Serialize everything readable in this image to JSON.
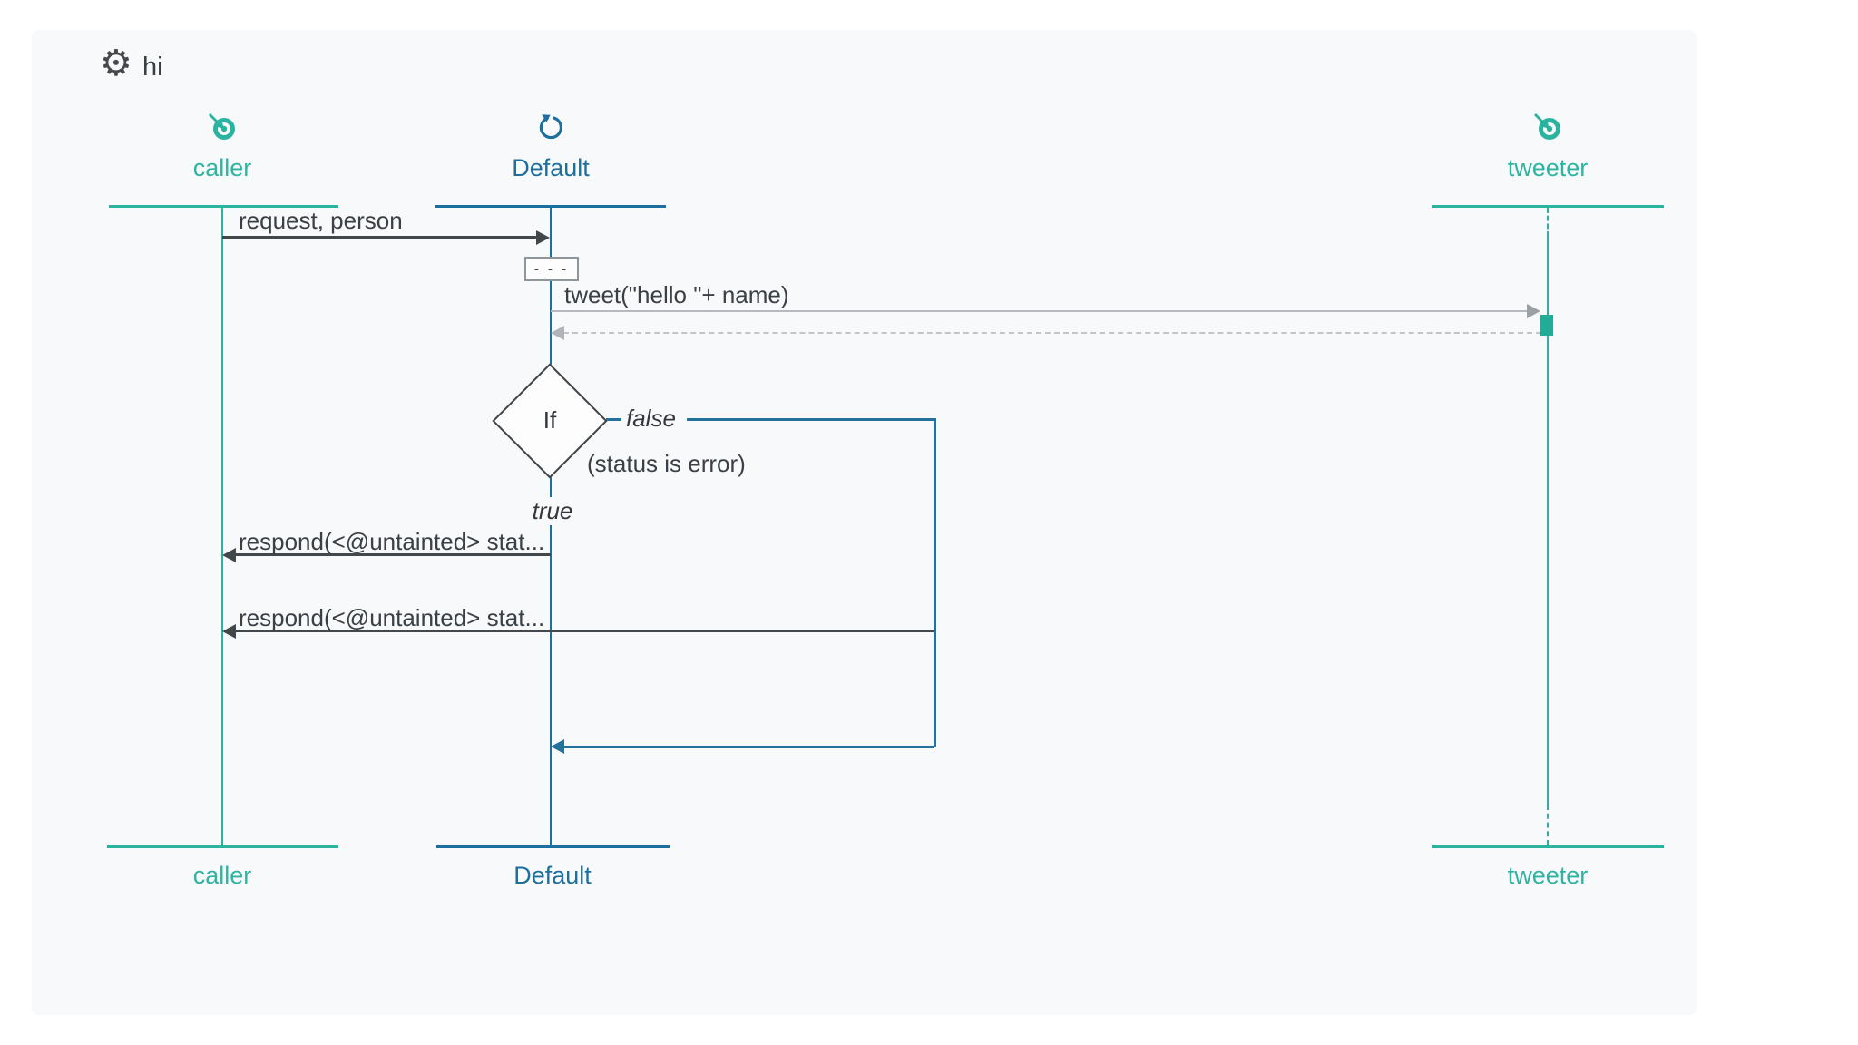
{
  "header": {
    "title": "hi",
    "icon": "gear-icon"
  },
  "participants": [
    {
      "id": "caller",
      "label": "caller",
      "icon": "target-icon",
      "color": "#2ab4a0"
    },
    {
      "id": "default",
      "label": "Default",
      "icon": "refresh-icon",
      "color": "#1d6f9e"
    },
    {
      "id": "tweeter",
      "label": "tweeter",
      "icon": "target-icon",
      "color": "#2ab4a0"
    }
  ],
  "messages": {
    "request": {
      "label": "request, person",
      "from": "caller",
      "to": "Default",
      "style": "solid-dark"
    },
    "collapsed": {
      "label": "- - -"
    },
    "tweet": {
      "label": "tweet(\"hello \"+ name)",
      "from": "Default",
      "to": "tweeter",
      "style": "solid-gray"
    },
    "tweet_return": {
      "label": "",
      "from": "tweeter",
      "to": "Default",
      "style": "dashed-gray"
    },
    "respond_true": {
      "label": "respond(<@untainted> stat...",
      "from": "Default",
      "to": "caller",
      "style": "solid-dark"
    },
    "respond_false": {
      "label": "respond(<@untainted> stat...",
      "from": "Default",
      "to": "caller",
      "style": "solid-dark"
    }
  },
  "condition": {
    "keyword": "If",
    "expression": "(status is error)",
    "true_label": "true",
    "false_label": "false"
  },
  "colors": {
    "teal": "#2ab4a0",
    "blue": "#1d6f9e",
    "dark_arrow": "#42474c",
    "gray_line": "#b6b9bd",
    "gray_dashed": "#c2c5c8",
    "canvas_bg": "#f8f9fb"
  }
}
